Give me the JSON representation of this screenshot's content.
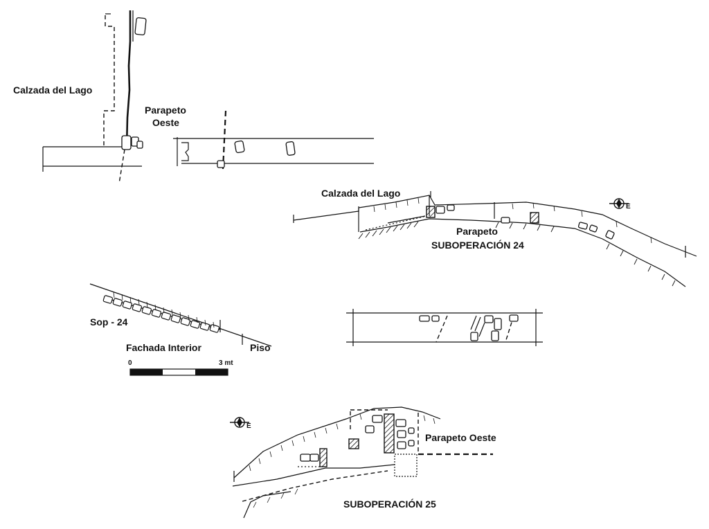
{
  "labels": {
    "calzada_top": "Calzada del Lago",
    "parapeto_oeste_line1": "Parapeto",
    "parapeto_oeste_line2": "Oeste",
    "calzada_section": "Calzada del Lago",
    "parapeto_section": "Parapeto",
    "suboperacion_24": "SUBOPERACIÓN 24",
    "sop_24": "Sop - 24",
    "fachada_interior": "Fachada Interior",
    "piso": "Piso",
    "parapeto_oeste_25": "Parapeto Oeste",
    "suboperacion_25": "SUBOPERACIÓN 25"
  },
  "scale_bar": {
    "start_label": "0",
    "end_label": "3 mt"
  },
  "north_markers": {
    "upper": "E",
    "lower": "E"
  }
}
